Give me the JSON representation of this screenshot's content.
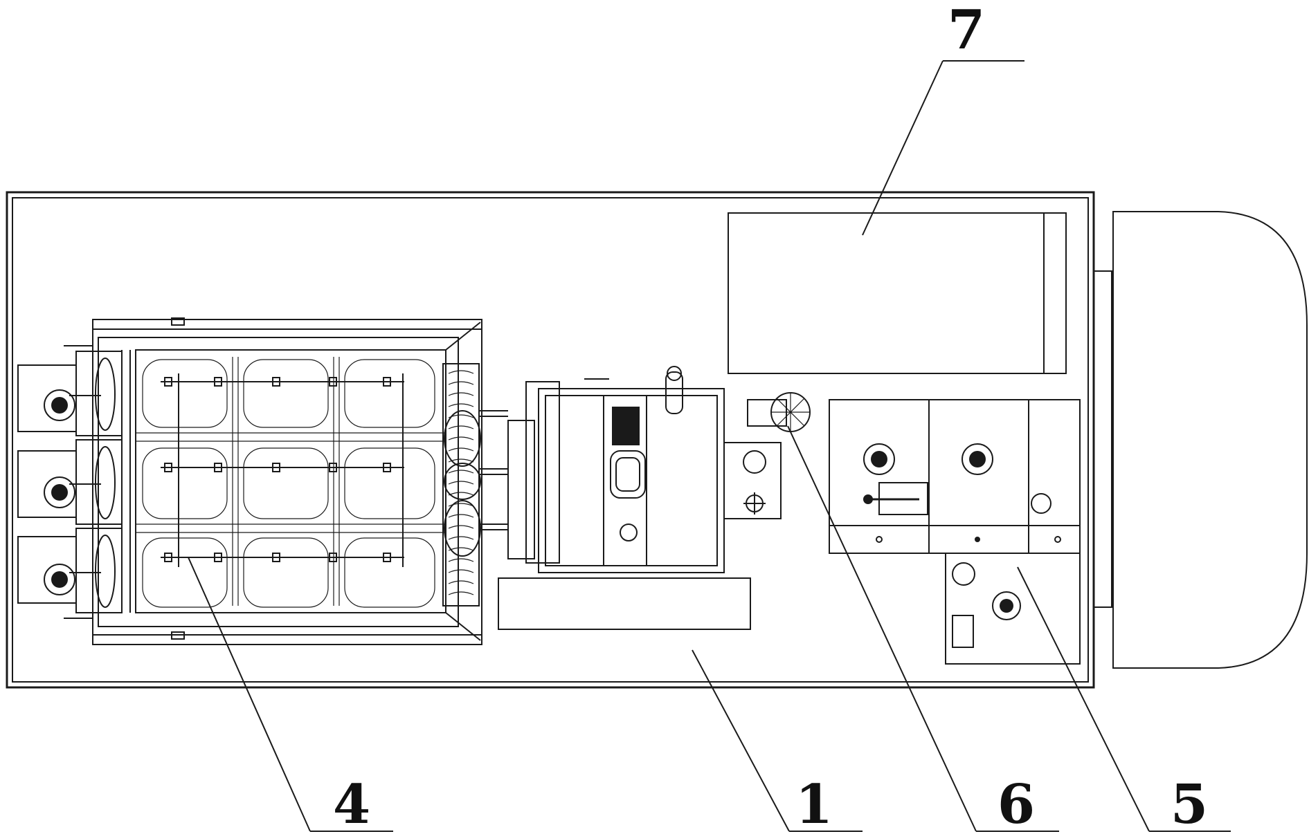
{
  "callouts": {
    "c7": "7",
    "c4": "4",
    "c1": "1",
    "c6": "6",
    "c5": "5"
  },
  "colors": {
    "line": "#1a1a1a",
    "background": "#ffffff"
  }
}
